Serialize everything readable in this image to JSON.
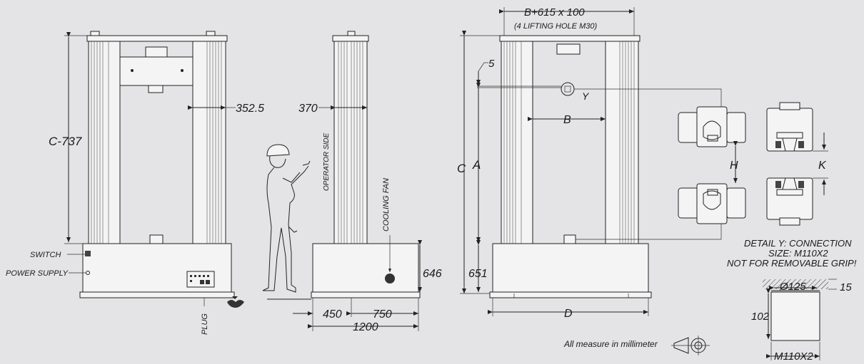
{
  "front_view": {
    "dim_height": "C-737",
    "dim_column": "352.5",
    "switch_label": "SWITCH",
    "power_label": "POWER SUPPLY",
    "plug_label": "PLUG"
  },
  "side_view": {
    "dim_column": "370",
    "operator_label": "OPERATOR SIDE",
    "fan_label": "COOLING FAN",
    "dim_base_height": "646",
    "dim_450": "450",
    "dim_750": "750",
    "dim_1200": "1200"
  },
  "right_view": {
    "top_dim": "B+615 x 100",
    "top_note": "(4 LIFTING HOLE M30)",
    "dim_5": "5",
    "dim_B": "B",
    "dim_C": "C",
    "dim_A": "A",
    "dim_651": "651",
    "dim_D": "D",
    "detail_marker": "Y"
  },
  "grips": {
    "dim_H": "H",
    "dim_K": "K"
  },
  "detail": {
    "line1": "DETAIL Y: CONNECTION",
    "line2": "SIZE: M110X2",
    "line3": "NOT FOR REMOVABLE GRIP!",
    "dim_dia": "Ø125",
    "dim_15": "15",
    "dim_102": "102",
    "dim_thread": "M110X2"
  },
  "footer": {
    "units_note": "All measure in millimeter"
  }
}
